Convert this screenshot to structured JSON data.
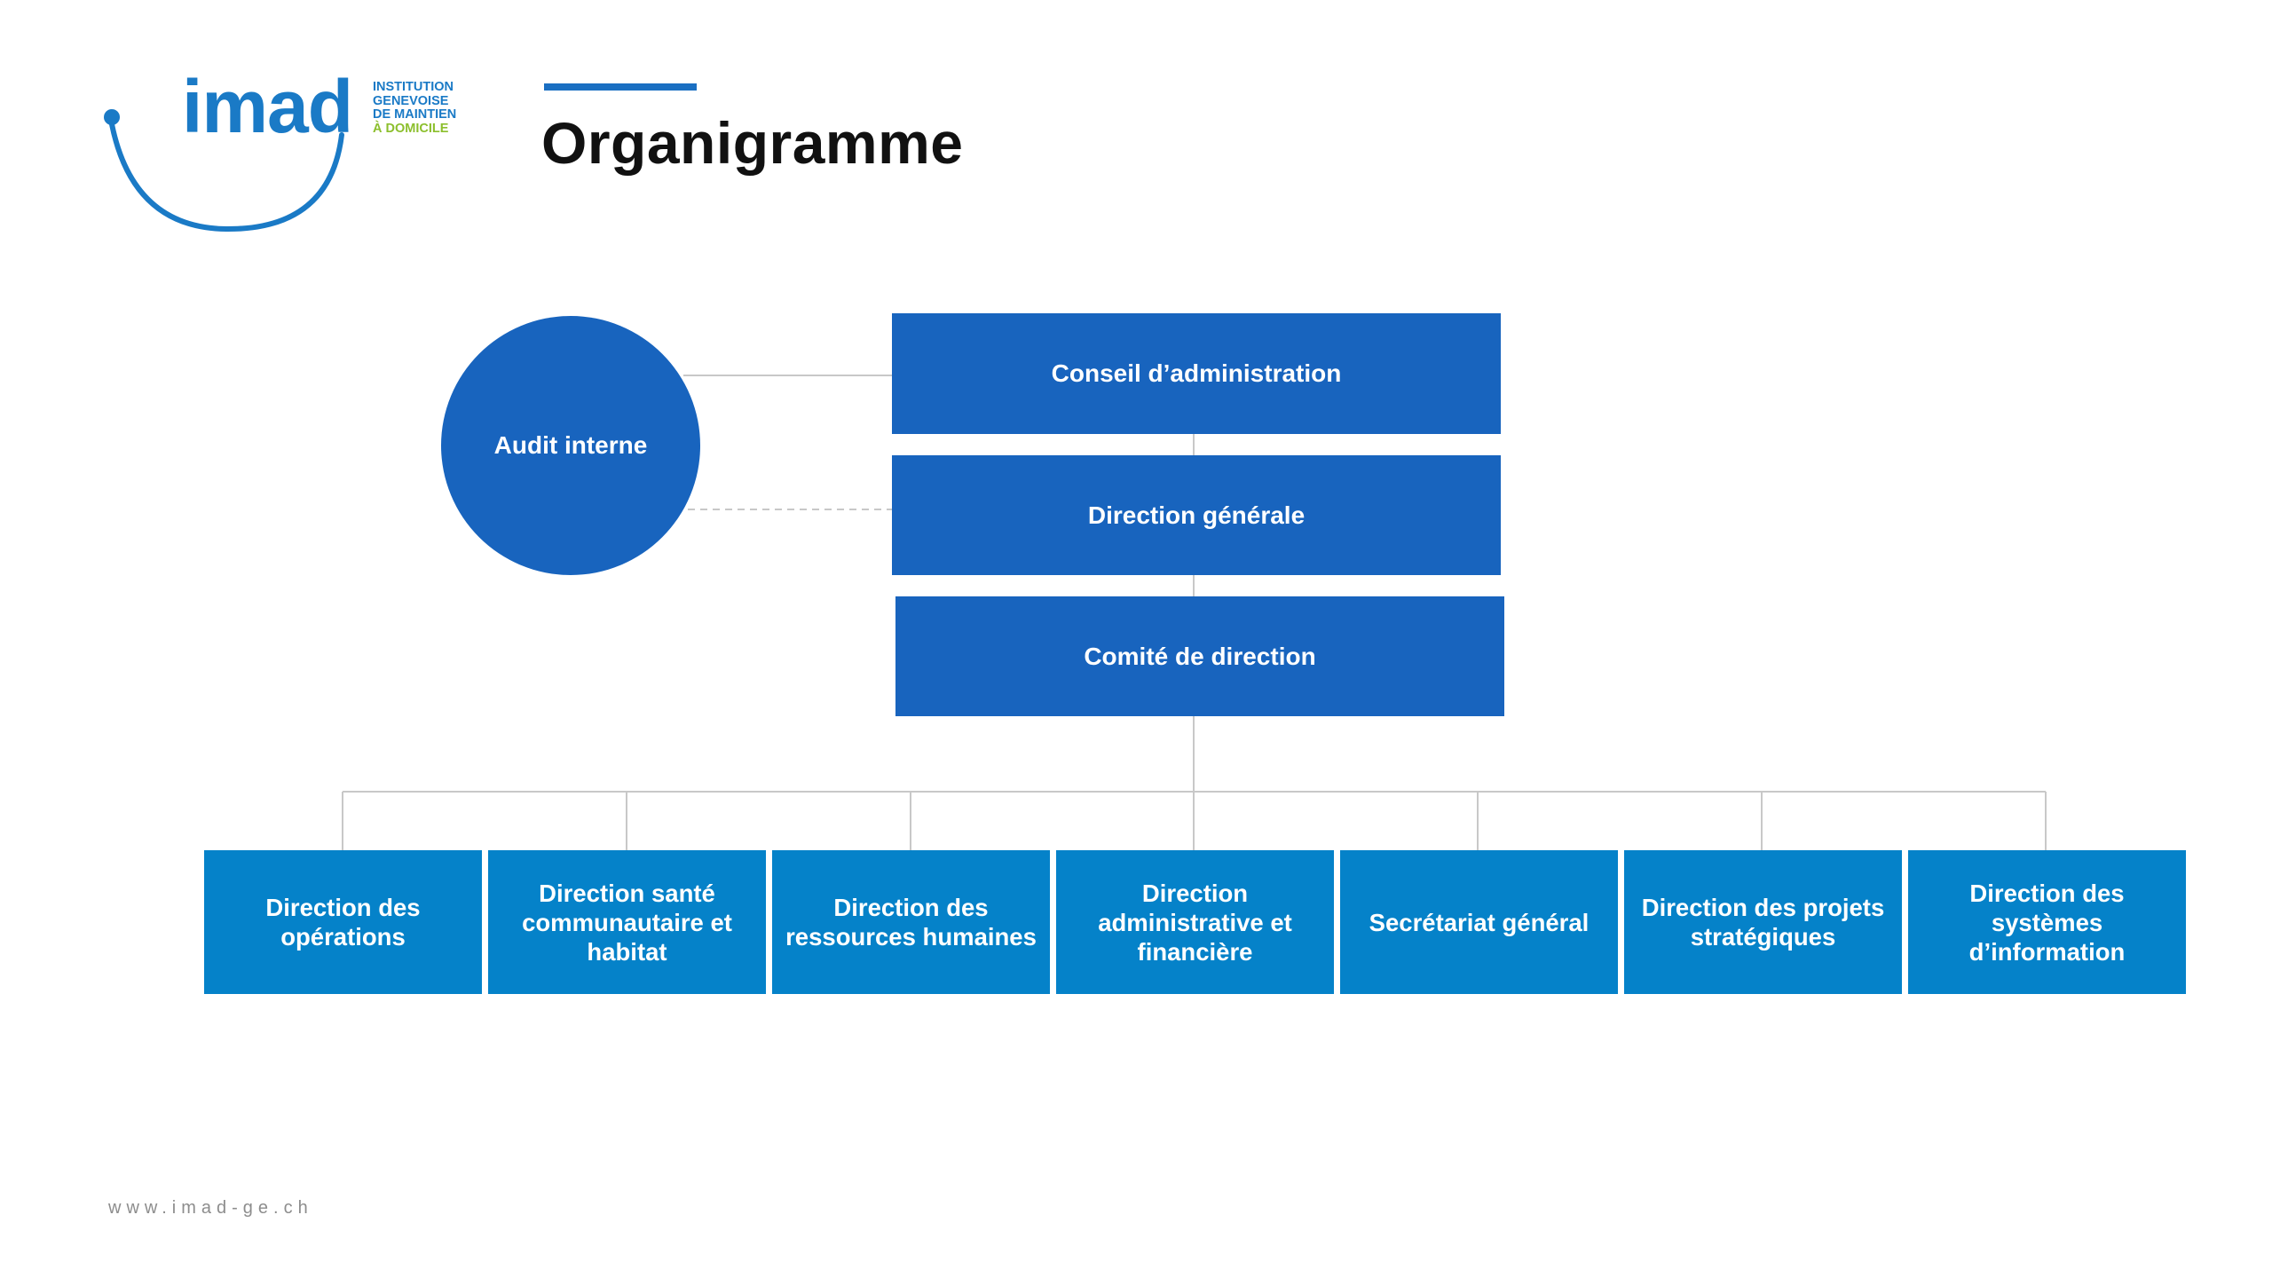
{
  "logo": {
    "word": "imad",
    "subtitle_lines": [
      "INSTITUTION",
      "GENEVOISE",
      "DE MAINTIEN",
      "À DOMICILE"
    ],
    "colors": {
      "blue": "#1a7ac6",
      "green": "#8cbf2d"
    }
  },
  "page": {
    "title": "Organigramme"
  },
  "diagram": {
    "audit": "Audit interne",
    "conseil": "Conseil d’administration",
    "direction_generale": "Direction générale",
    "comite": "Comité de direction",
    "departments": [
      "Direction des opérations",
      "Direction santé communautaire et habitat",
      "Direction des ressources humaines",
      "Direction administrative et financière",
      "Secrétariat général",
      "Direction des projets stratégiques",
      "Direction des systèmes d’information"
    ],
    "colors": {
      "governance": "#1864be",
      "department": "#0582c9",
      "connector": "#c8c8c8"
    }
  },
  "footer": {
    "url": "www.imad-ge.ch"
  }
}
